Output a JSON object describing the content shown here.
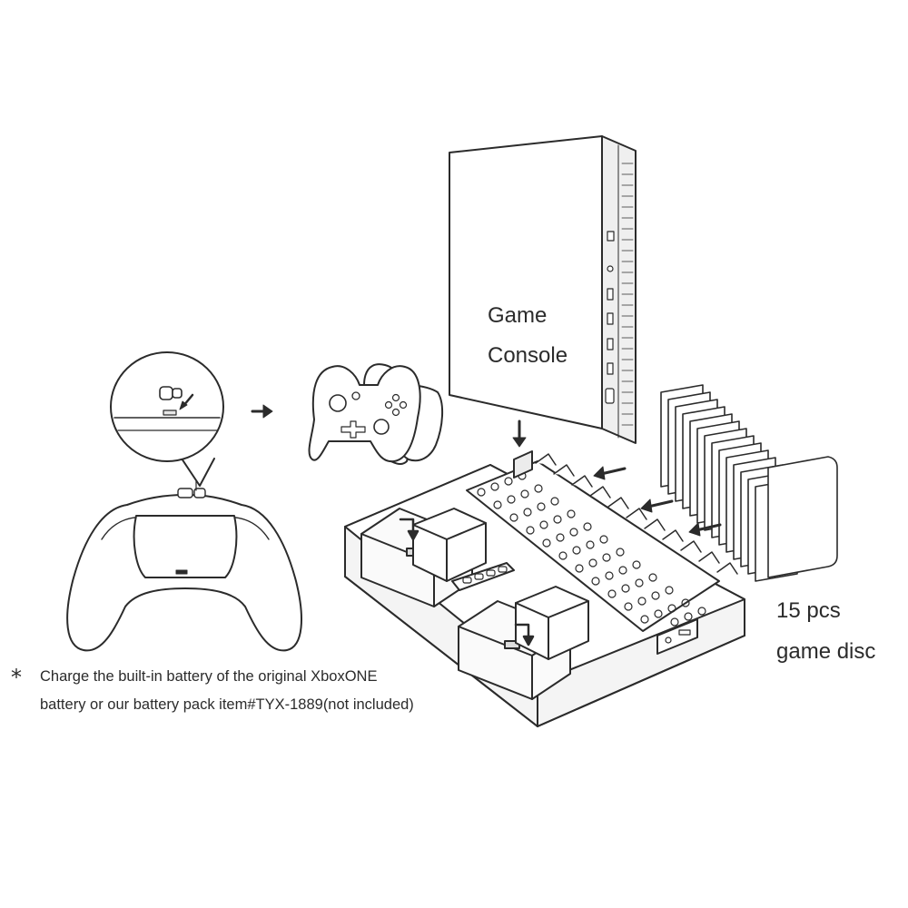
{
  "console_label": {
    "line1": "Game",
    "line2": "Console"
  },
  "disc_label": {
    "line1": "15 pcs",
    "line2": "game disc"
  },
  "note": {
    "bullet": "*",
    "line1": "Charge the built-in battery of the original XboxONE",
    "line2": "battery or our battery pack item#TYX-1889(not included)"
  },
  "colors": {
    "line": "#2b2b2b",
    "fill": "#ffffff",
    "shade": "#e6e6e6"
  },
  "disc_count": 15
}
